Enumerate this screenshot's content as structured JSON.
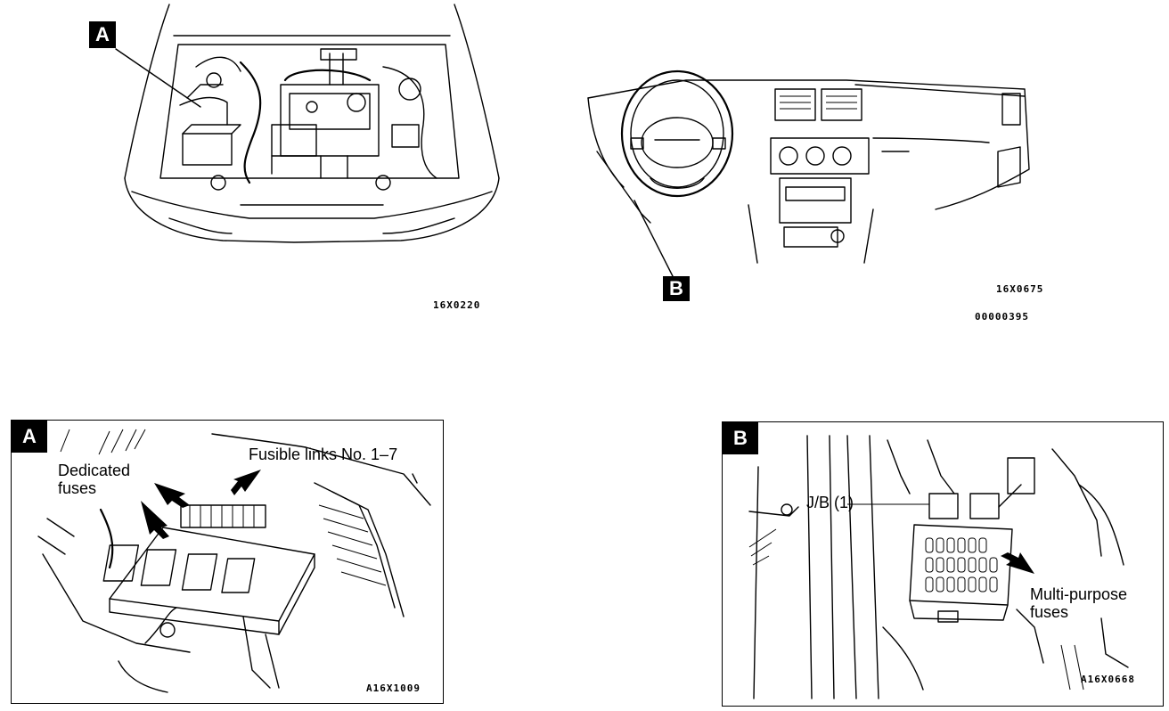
{
  "engine_view": {
    "callout": "A",
    "code": "16X0220"
  },
  "dash_view": {
    "callout": "B",
    "code": "16X0675",
    "doc_code": "00000395"
  },
  "detail_a": {
    "tag": "A",
    "label_dedicated_1": "Dedicated",
    "label_dedicated_2": "fuses",
    "label_fusible": "Fusible links No. 1–7",
    "code": "A16X1009"
  },
  "detail_b": {
    "tag": "B",
    "label_jb": "J/B (1)",
    "label_multi_1": "Multi-purpose",
    "label_multi_2": "fuses",
    "code": "A16X0668"
  }
}
